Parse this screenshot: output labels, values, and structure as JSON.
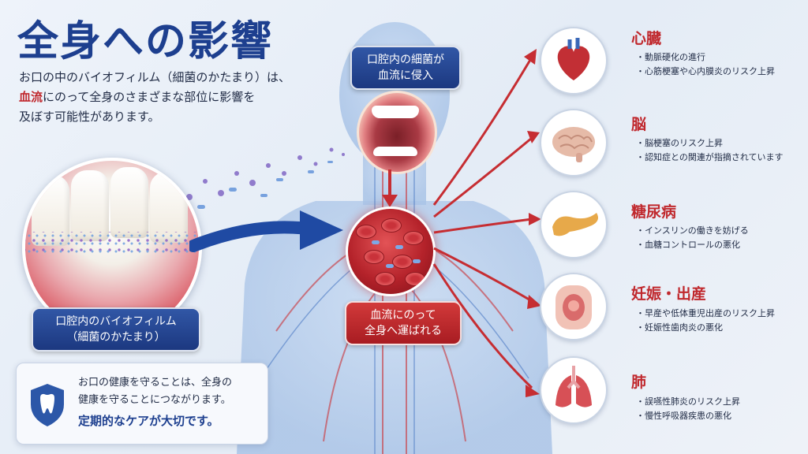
{
  "title": "全身への影響",
  "intro": {
    "line1": "お口の中のバイオフィルム（細菌のかたまり）は、",
    "line2_highlight": "血流",
    "line2_rest": "にのって全身のさまざまな部位に影響を",
    "line3": "及ぼす可能性があります。"
  },
  "biofilm_label": {
    "line1": "口腔内のバイオフィルム",
    "line2": "（細菌のかたまり）"
  },
  "mouth_label": {
    "line1": "口腔内の細菌が",
    "line2": "血流に侵入"
  },
  "blood_label": {
    "line1": "血流にのって",
    "line2": "全身へ運ばれる"
  },
  "organs": [
    {
      "name": "心臓",
      "icon": "heart-icon",
      "points": [
        "・動脈硬化の進行",
        "・心筋梗塞や心内膜炎のリスク上昇"
      ]
    },
    {
      "name": "脳",
      "icon": "brain-icon",
      "points": [
        "・脳梗塞のリスク上昇",
        "・認知症との関連が指摘されています"
      ]
    },
    {
      "name": "糖尿病",
      "icon": "pancreas-icon",
      "points": [
        "・インスリンの働きを妨げる",
        "・血糖コントロールの悪化"
      ]
    },
    {
      "name": "妊娠・出産",
      "icon": "uterus-icon",
      "points": [
        "・早産や低体重児出産のリスク上昇",
        "・妊娠性歯肉炎の悪化"
      ]
    },
    {
      "name": "肺",
      "icon": "lungs-icon",
      "points": [
        "・誤嚥性肺炎のリスク上昇",
        "・慢性呼吸器疾患の悪化"
      ]
    }
  ],
  "care": {
    "line1": "お口の健康を守ることは、全身の",
    "line2": "健康を守ることにつながります。",
    "emphasis": "定期的なケアが大切です。"
  },
  "colors": {
    "title_blue": "#1d3f8f",
    "accent_red": "#c0282d"
  }
}
